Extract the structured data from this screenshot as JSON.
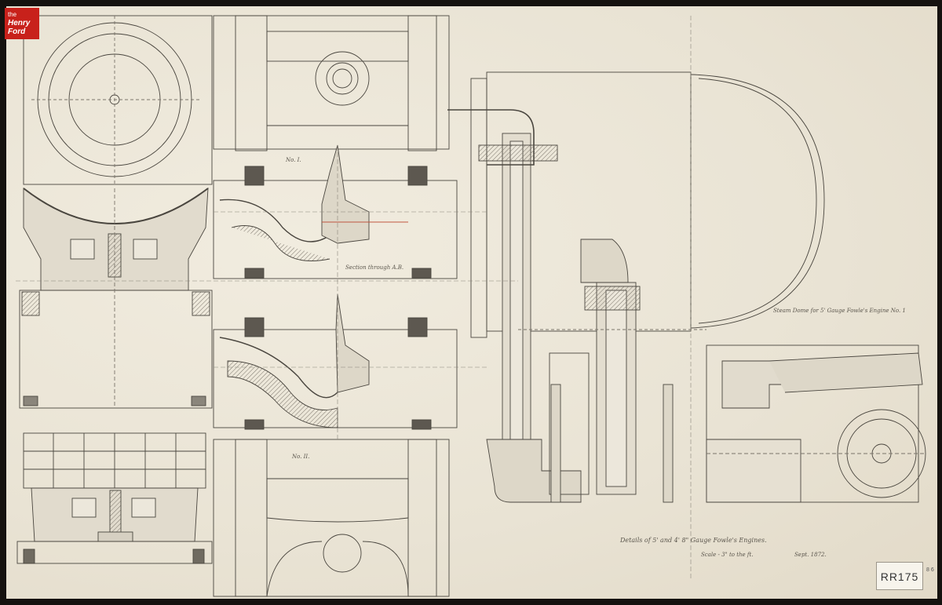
{
  "logo": {
    "line1": "the",
    "line2": "Henry",
    "line3": "Ford"
  },
  "labels": {
    "no1": "No. I.",
    "no2": "No. II.",
    "section": "Section through A.B.",
    "title": "Details of 5' and 4' 8\" Gauge Fowle's Engines.",
    "scale": "Scale - 3\" to the ft.",
    "date": "Sept. 1872.",
    "side_note": "Steam Dome for 5' Gauge Fowle's Engine No. 1"
  },
  "stamp": {
    "text": "RR175",
    "side": "8 6"
  },
  "colors": {
    "paper": "#ece7db",
    "ink": "#4a463f",
    "hatch": "#6f6a60",
    "red_line": "#c0563f",
    "background": "#15120f",
    "logo": "#c8211b"
  }
}
